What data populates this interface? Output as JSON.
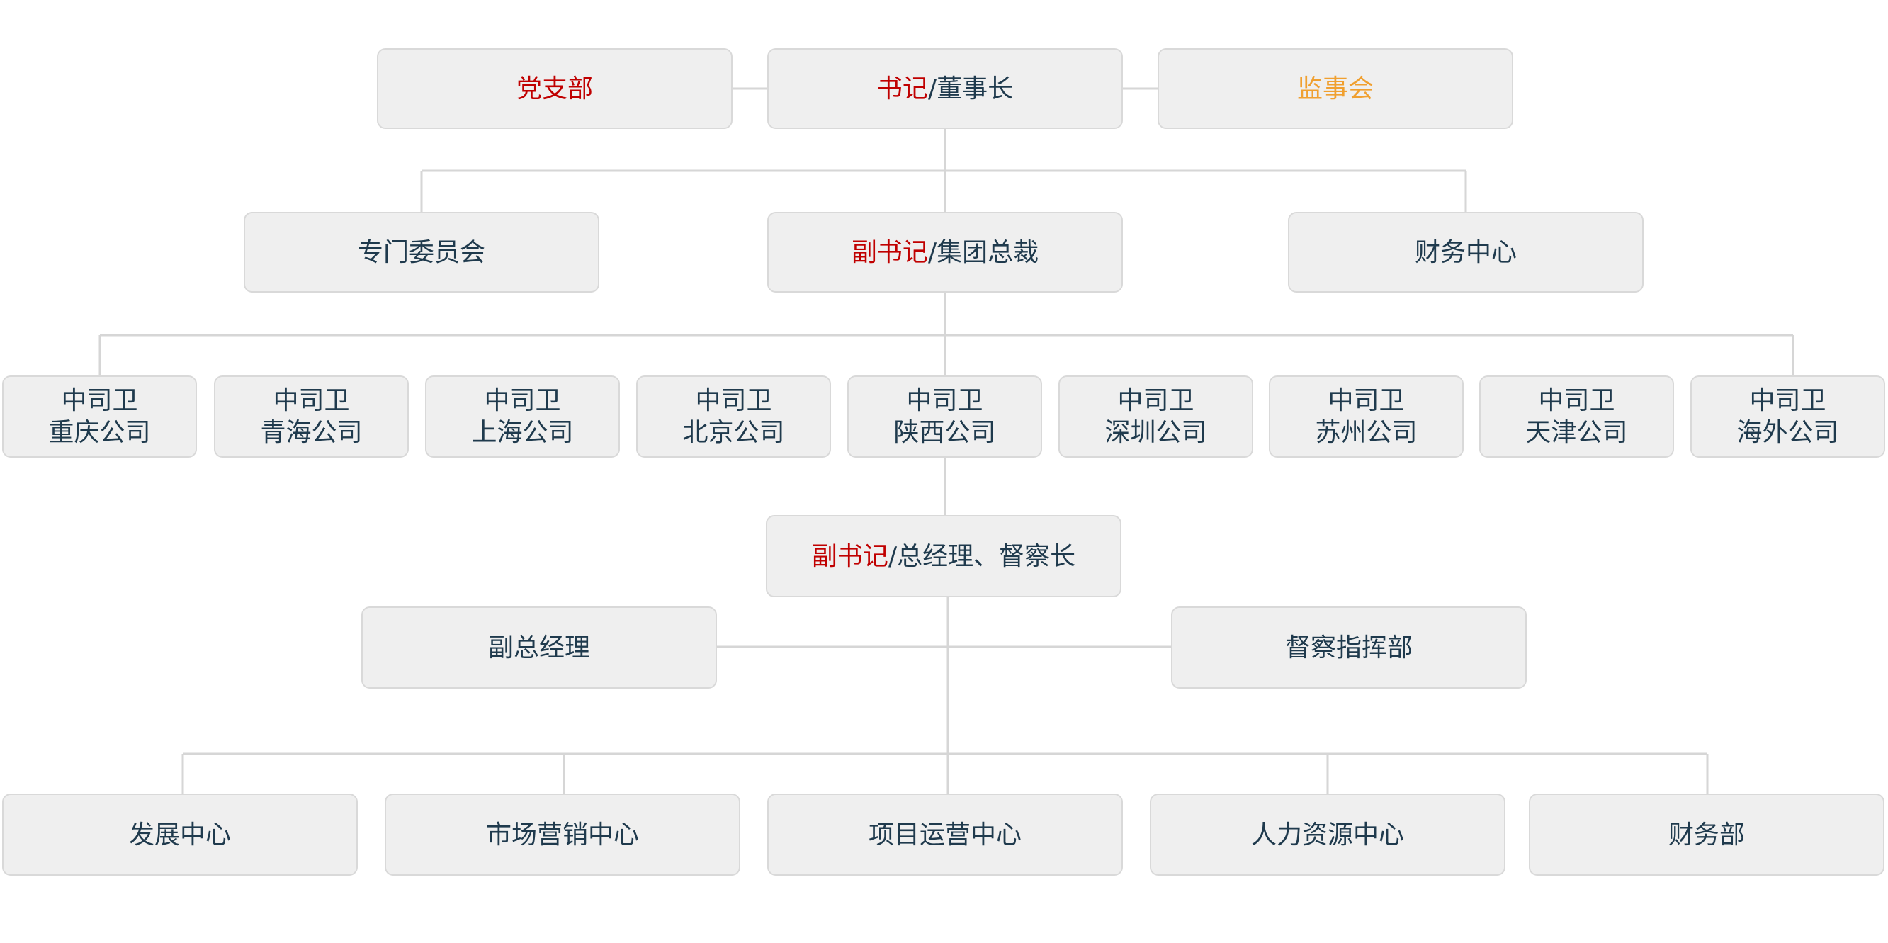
{
  "top": {
    "party": "党支部",
    "secretary_red": "书记",
    "secretary_rest": "/董事长",
    "supervisory": "监事会"
  },
  "second": {
    "committee": "专门委员会",
    "deputy_red": "副书记",
    "deputy_rest": "/集团总裁",
    "finance_center": "财务中心"
  },
  "branches": [
    {
      "line1": "中司卫",
      "line2": "重庆公司"
    },
    {
      "line1": "中司卫",
      "line2": "青海公司"
    },
    {
      "line1": "中司卫",
      "line2": "上海公司"
    },
    {
      "line1": "中司卫",
      "line2": "北京公司"
    },
    {
      "line1": "中司卫",
      "line2": "陕西公司"
    },
    {
      "line1": "中司卫",
      "line2": "深圳公司"
    },
    {
      "line1": "中司卫",
      "line2": "苏州公司"
    },
    {
      "line1": "中司卫",
      "line2": "天津公司"
    },
    {
      "line1": "中司卫",
      "line2": "海外公司"
    }
  ],
  "shaanxi": {
    "gm_red": "副书记",
    "gm_rest": "/总经理、督察长",
    "vice_gm": "副总经理",
    "command": "督察指挥部"
  },
  "departments": [
    "发展中心",
    "市场营销中心",
    "项目运营中心",
    "人力资源中心",
    "财务部"
  ],
  "colors": {
    "highlight_red": "#c00000",
    "highlight_orange": "#f0a030",
    "text_navy": "#1f3a4d",
    "box_fill": "#efefef",
    "connector": "#d6d6d6"
  }
}
